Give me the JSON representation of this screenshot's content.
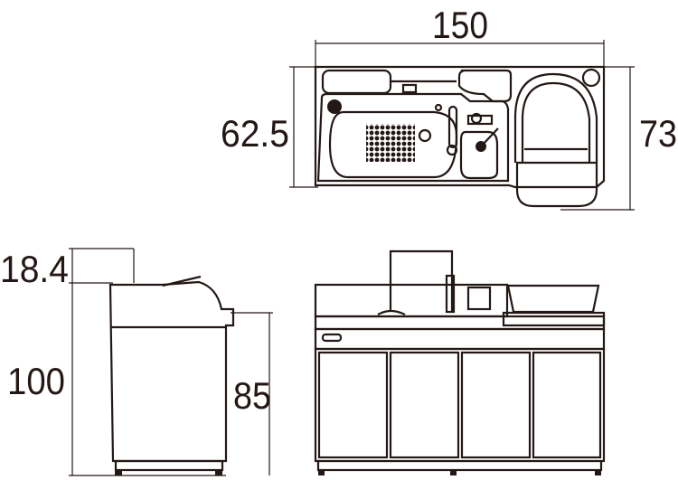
{
  "dimensions": {
    "width": "150",
    "depth": "62.5",
    "depth_with_chair": "73",
    "faucet_height": "18.4",
    "total_height": "100",
    "counter_height": "85"
  },
  "colors": {
    "line": "#231815",
    "background": "#ffffff"
  }
}
